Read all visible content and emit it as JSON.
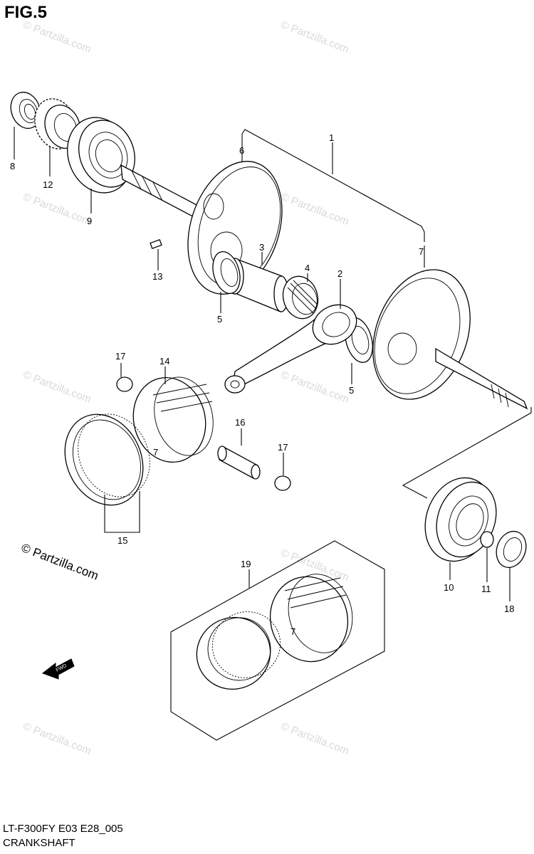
{
  "figure": {
    "title": "FIG.5",
    "copyright": "© Partzilla.com",
    "watermark": "© Partzilla.com",
    "model_code": "LT-F300FY E03 E28_005",
    "section_name": "CRANKSHAFT",
    "fwd_arrow_text": "FWD"
  },
  "callouts": [
    "1",
    "2",
    "3",
    "4",
    "5",
    "5",
    "6",
    "7",
    "8",
    "9",
    "10",
    "11",
    "12",
    "13",
    "14",
    "15",
    "16",
    "17",
    "17",
    "18",
    "19"
  ]
}
